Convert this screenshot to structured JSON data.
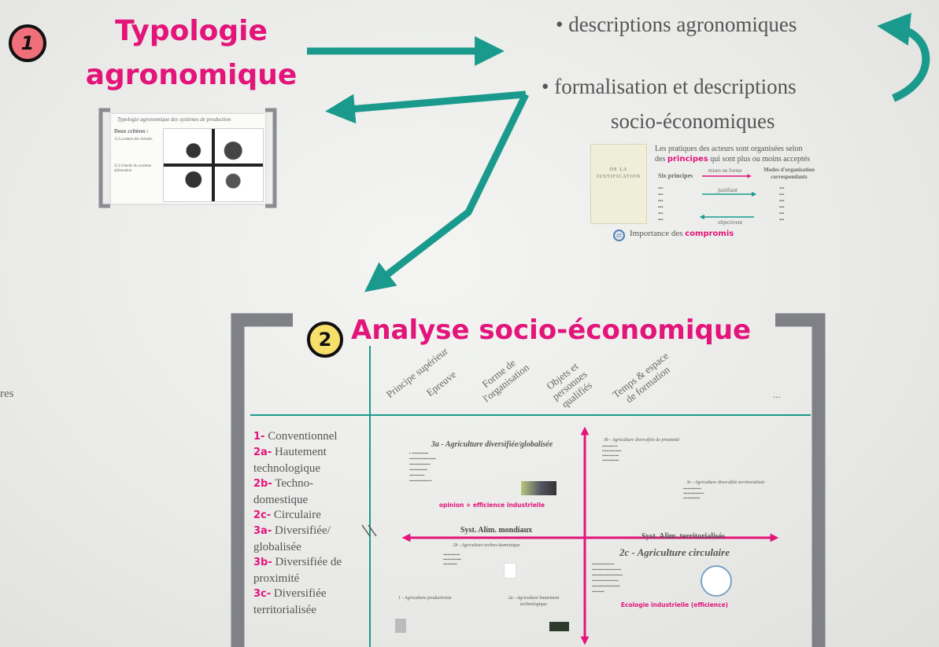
{
  "step1": {
    "number": "1",
    "title_line1": "Typologie",
    "title_line2": "agronomique"
  },
  "thumb1": {
    "heading": "Typologie agronomique des systèmes de production",
    "criteria": "Deux critères :",
    "c1": "1) La nature des intrants",
    "c2": "2) L'échelle du système alimentaire"
  },
  "bullets": {
    "b1": "descriptions agronomiques",
    "b2_line1": "formalisation et descriptions",
    "b2_line2": "socio-économiques"
  },
  "thumb2": {
    "text_line1": "Les pratiques des acteurs sont organisées selon",
    "text_line2_pre": "des ",
    "text_line2_pink": "principes",
    "text_line2_post": " qui sont plus ou moins acceptés",
    "six": "Six principes",
    "mise": "mises en forme",
    "modes": "Modes d'organisation correspondants",
    "justifiant": "justifiant",
    "objectivent": "objectivent",
    "importance_pre": "Importance des ",
    "importance_pink": "compromis",
    "book": "DE LA JUSTIFICATION"
  },
  "step2": {
    "number": "2",
    "title": "Analyse socio-économique"
  },
  "columns": [
    "Principe supérieur",
    "Epreuve",
    "Forme de l'organisation",
    "Objets et personnes qualifiés",
    "Temps & espace de formation",
    "..."
  ],
  "rows": [
    {
      "num": "1-",
      "label": "Conventionnel"
    },
    {
      "num": "2a-",
      "label": "Hautement technologique"
    },
    {
      "num": "2b-",
      "label": "Techno-domestique"
    },
    {
      "num": "2c-",
      "label": "Circulaire"
    },
    {
      "num": "3a-",
      "label": "Diversifiée/ globalisée"
    },
    {
      "num": "3b-",
      "label": "Diversifiée de proximité"
    },
    {
      "num": "3c-",
      "label": "Diversifiée territorialisée"
    }
  ],
  "quad": {
    "q3a_title": "3a - Agriculture diversifiée/globalisée",
    "q3a_pink": "opinion + efficience industrielle",
    "syst_mondiaux": "Syst. Alim. mondiaux",
    "syst_territ": "Syst. Alim. territorialisés",
    "q3b_title": "3b - Agriculture diversifiée de proximité",
    "q3c_title": "3c - Agriculture diversifiée territorialisée",
    "q2b_title": "2b - Agriculture techno-domestique",
    "q2c_title": "2c - Agriculture circulaire",
    "q2c_pink": "Ecologie industrielle (efficience)",
    "q1_title": "1 - Agriculture productiviste",
    "q2a_title": "2a - Agriculture hautement technologique"
  },
  "edge_fragment": "res",
  "colors": {
    "teal": "#1a9a8c",
    "pink": "#e3147a",
    "bracket": "#8a8c92",
    "badge1": "#ef6f7a",
    "badge2": "#f7e06a"
  }
}
